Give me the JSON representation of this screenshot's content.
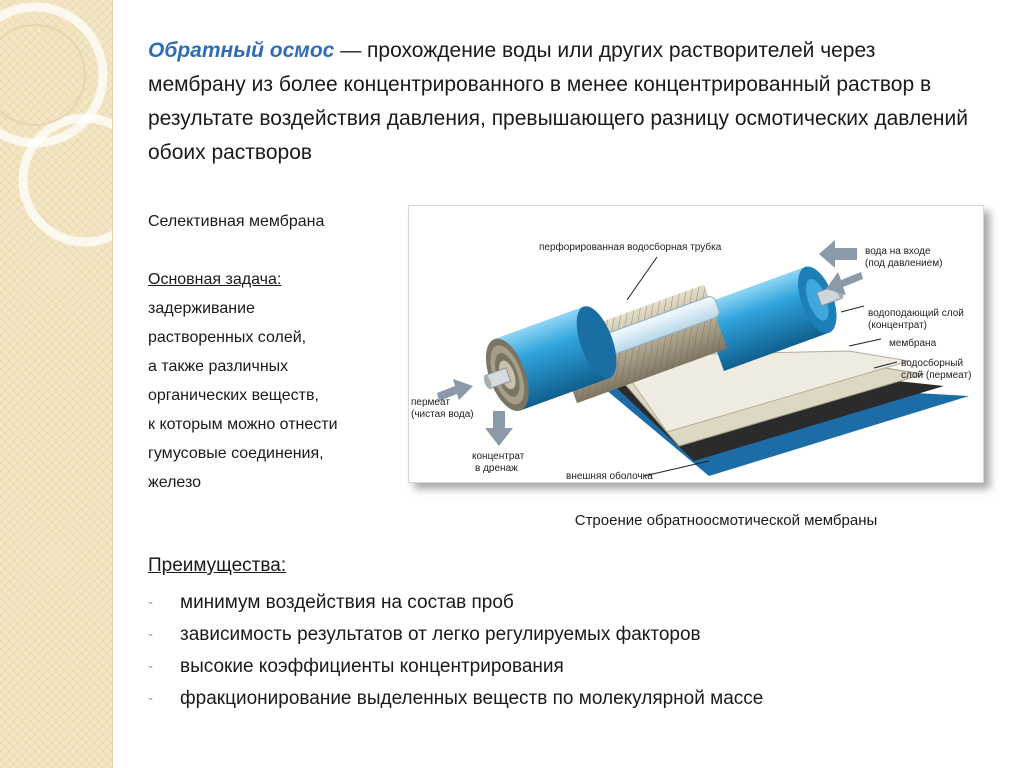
{
  "definition": {
    "term": "Обратный осмос",
    "text": " — прохождение воды или других растворителей через мембрану из более концентрированного в менее концентрированный раствор в результате воздействия давления, превышающего разницу осмотических давлений обоих растворов"
  },
  "membrane_type": "Селективная мембрана",
  "task": {
    "title": "Основная задача:",
    "lines": [
      "задерживание",
      "растворенных солей,",
      "а также различных",
      "органических веществ,",
      "к которым можно отнести",
      "гумусовые соединения,",
      "железо"
    ]
  },
  "figure": {
    "caption": "Строение обратноосмотической мембраны",
    "labels": {
      "tube": "перфорированная водосборная трубка",
      "inlet_1": "вода на входе",
      "inlet_2": "(под давлением)",
      "feed_1": "водоподающий слой",
      "feed_2": "(концентрат)",
      "membrane": "мембрана",
      "collect_1": "водосборный",
      "collect_2": "слой (пермеат)",
      "permeate_1": "пермеат",
      "permeate_2": "(чистая вода)",
      "concentrate_1": "концентрат",
      "concentrate_2": "в дренаж",
      "shell": "внешняя оболочка"
    }
  },
  "advantages": {
    "title": "Преимущества:",
    "dash": "-",
    "items": [
      "минимум воздействия на состав проб",
      "зависимость результатов от легко регулируемых факторов",
      "высокие коэффициенты концентрирования",
      "фракционирование выделенных веществ по молекулярной массе"
    ]
  },
  "colors": {
    "accent": "#2e6db5",
    "tube_blue": "#2f9fd8",
    "panel": "#f3e6c4"
  }
}
